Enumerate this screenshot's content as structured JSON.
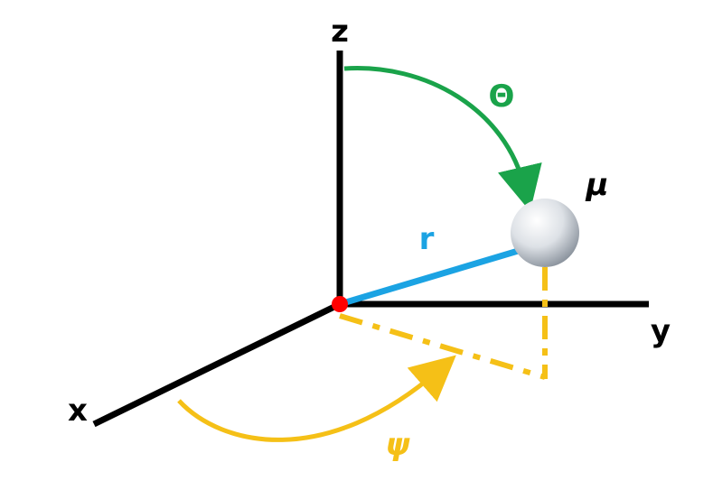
{
  "labels": {
    "x_axis": "x",
    "y_axis": "y",
    "z_axis": "z",
    "radius": "r",
    "polar_angle": "Θ",
    "azimuthal_angle": "ψ",
    "particle": "μ"
  },
  "colors": {
    "axes": "#000000",
    "radius_line": "#1ba3e3",
    "polar_arc": "#1aa34a",
    "azimuthal_arc": "#f5c017",
    "projection": "#f5c017",
    "origin_dot": "#ff0000",
    "sphere_light": "#ffffff",
    "sphere_dark": "#9aa3ad"
  }
}
